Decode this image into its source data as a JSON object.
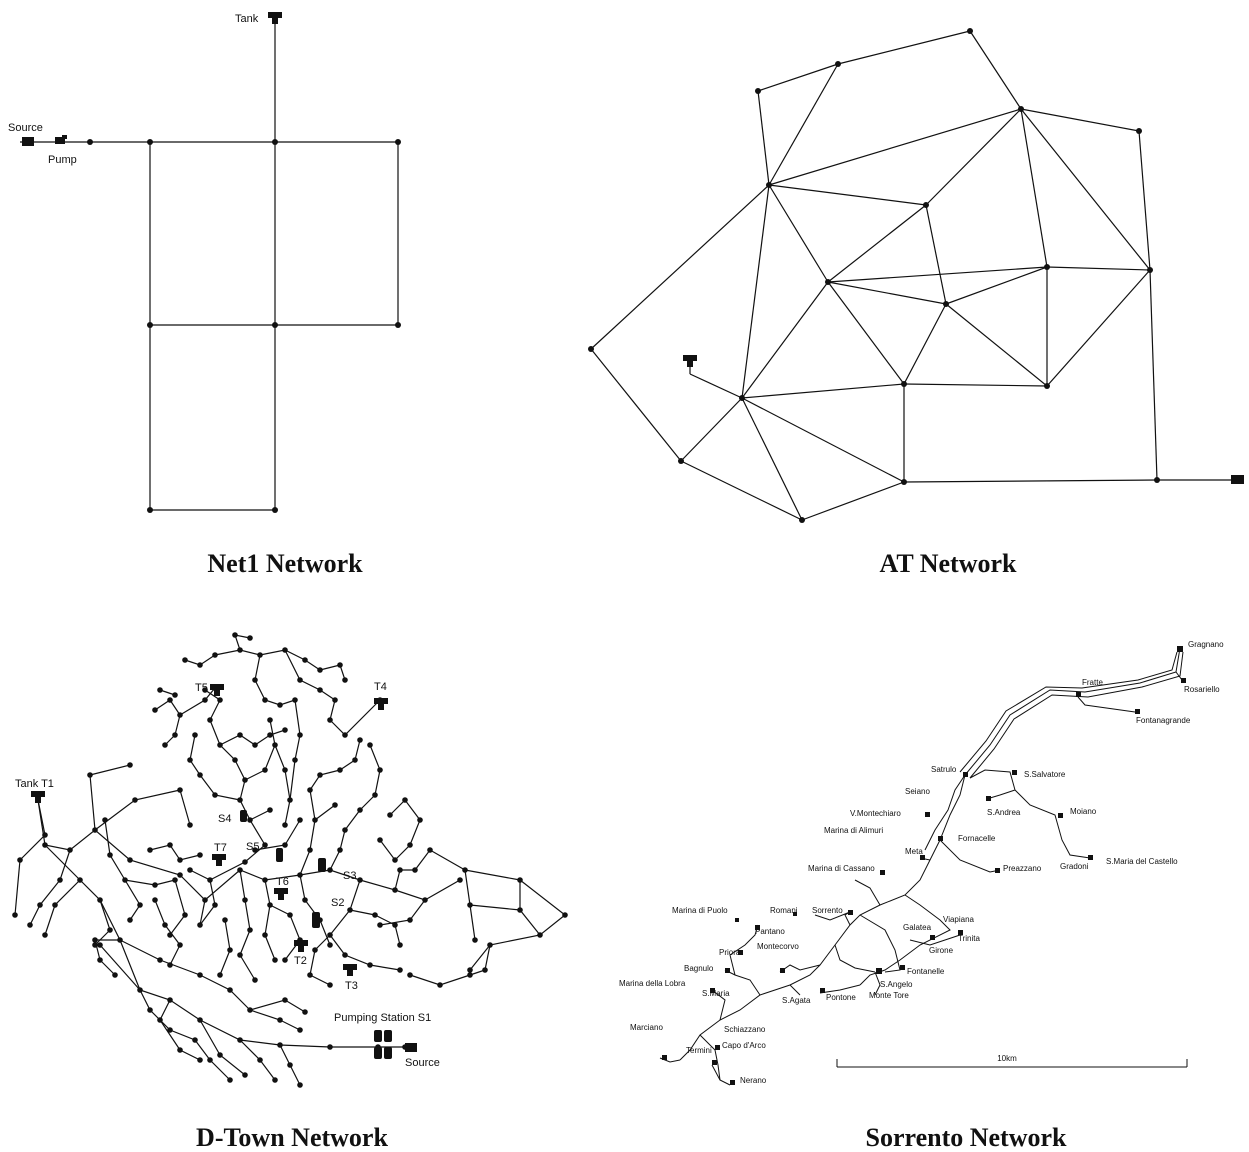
{
  "panels": {
    "net1": {
      "caption": "Net1 Network",
      "labels": {
        "tank": "Tank",
        "source": "Source",
        "pump": "Pump"
      }
    },
    "at": {
      "caption": "AT Network"
    },
    "dtown": {
      "caption": "D-Town Network",
      "labels": {
        "tank_t1": "Tank T1",
        "t2": "T2",
        "t3": "T3",
        "t4": "T4",
        "t5": "T5",
        "t6": "T6",
        "t7": "T7",
        "s2": "S2",
        "s3": "S3",
        "s4": "S4",
        "s5": "S5",
        "pumping_station": "Pumping Station S1",
        "source": "Source"
      }
    },
    "sorrento": {
      "caption": "Sorrento Network",
      "scale_label": "10km",
      "places": [
        "Gragnano",
        "Fratte",
        "Rosariello",
        "Fontanagrande",
        "Satrulo",
        "S.Salvatore",
        "Seiano",
        "S.Andrea",
        "Moiano",
        "V.Montechiaro",
        "Marina di Alimuri",
        "Fornacelle",
        "Meta",
        "Preazzano",
        "Gradoni",
        "S.Maria del Castello",
        "Marina di Cassano",
        "Marina di Puolo",
        "Romani",
        "Sorrento",
        "Pantano",
        "Montecorvo",
        "Priora",
        "Galatea",
        "Viapiana",
        "Trinita",
        "Girone",
        "Bagnulo",
        "Marina della Lobra",
        "S.Maria",
        "S.Agata",
        "Fontanelle",
        "S.Angelo",
        "Pontone",
        "Monte Tore",
        "Marciano",
        "Schiazzano",
        "Capo d'Arco",
        "Termini",
        "Nerano"
      ]
    }
  }
}
